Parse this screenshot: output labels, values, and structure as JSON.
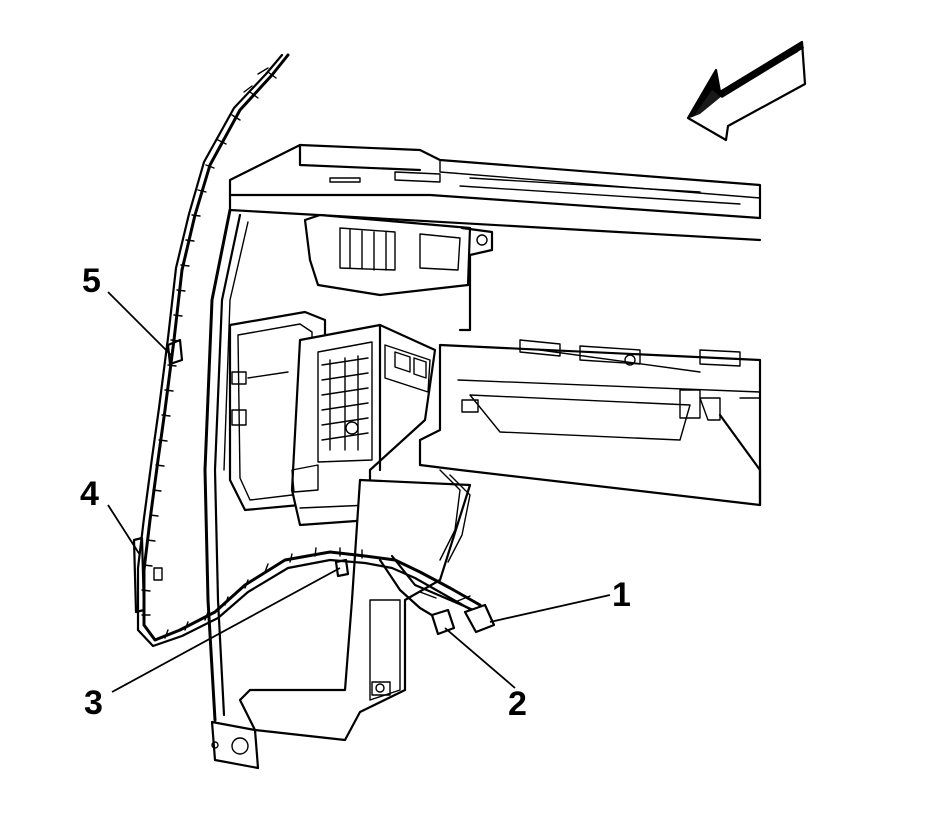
{
  "callouts": [
    {
      "id": "1",
      "label": "1"
    },
    {
      "id": "2",
      "label": "2"
    },
    {
      "id": "3",
      "label": "3"
    },
    {
      "id": "4",
      "label": "4"
    },
    {
      "id": "5",
      "label": "5"
    }
  ],
  "view_arrow": {
    "icon": "view-direction-arrow-icon"
  },
  "colors": {
    "line": "#000000",
    "background": "#ffffff"
  }
}
